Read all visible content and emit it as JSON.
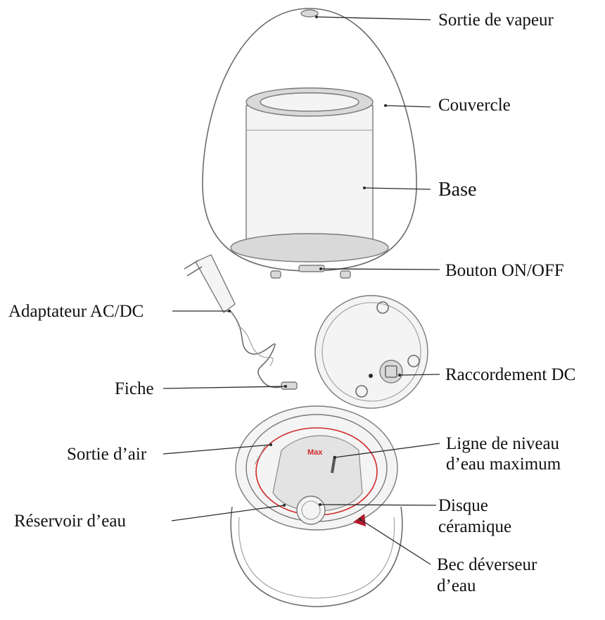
{
  "labels": {
    "steam_outlet": "Sortie de vapeur",
    "lid": "Couvercle",
    "base": "Base",
    "power_button": "Bouton ON/OFF",
    "adapter": "Adaptateur AC/DC",
    "plug": "Fiche",
    "dc_connector": "Raccordement DC",
    "air_outlet": "Sortie d’air",
    "max_level_line1": "Ligne de niveau",
    "max_level_line2": "d’eau maximum",
    "water_tank": "Réservoir d’eau",
    "ceramic_disc_line1": "Disque",
    "ceramic_disc_line2": "céramique",
    "spout_line1": "Bec déverseur",
    "spout_line2": "d’eau"
  },
  "max_mark": "Max",
  "colors": {
    "accent_red": "#d22a2a",
    "outline": "#6b6b6b"
  }
}
